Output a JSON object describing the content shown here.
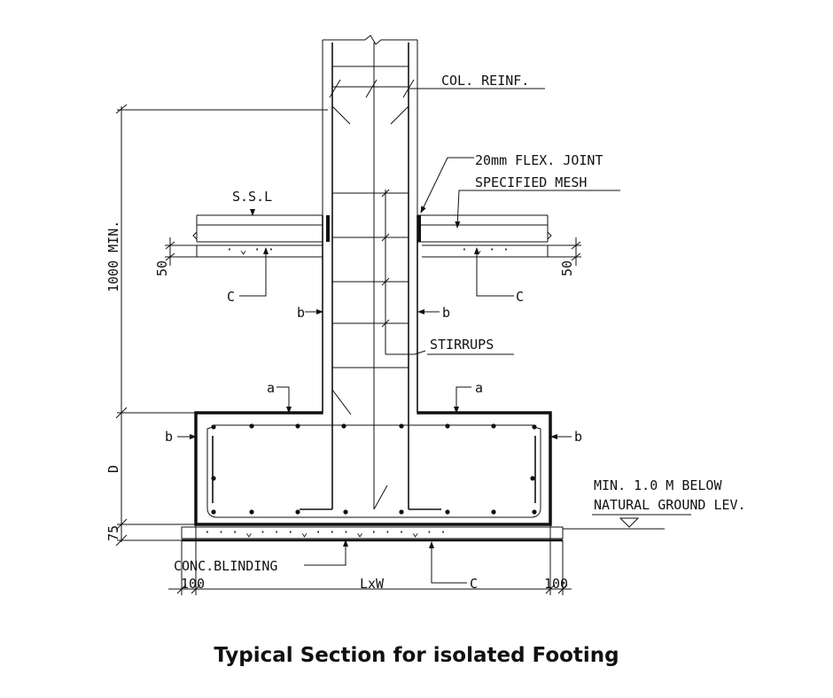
{
  "labels": {
    "col_reinf": "COL. REINF.",
    "flex_joint": "20mm FLEX. JOINT",
    "specified_mesh": "SPECIFIED MESH",
    "ssl": "S.S.L",
    "dim_1000": "1000 MIN.",
    "dim_50_left": "50",
    "dim_50_right": "50",
    "c_left": "C",
    "c_right": "C",
    "b_left_upper": "b",
    "b_right_upper": "b",
    "stirrups": "STIRRUPS",
    "a_left": "a",
    "a_right": "a",
    "b_left_lower": "b",
    "b_right_lower": "b",
    "dim_d": "D",
    "ground_line1": "MIN. 1.0 M BELOW",
    "ground_line2": "NATURAL GROUND LEV.",
    "dim_75": "75",
    "conc_blinding": "CONC.BLINDING",
    "dim_100_left": "100",
    "lxw": "LxW",
    "c_bottom": "C",
    "dim_100_right": "100"
  },
  "caption": "Typical Section for isolated Footing"
}
